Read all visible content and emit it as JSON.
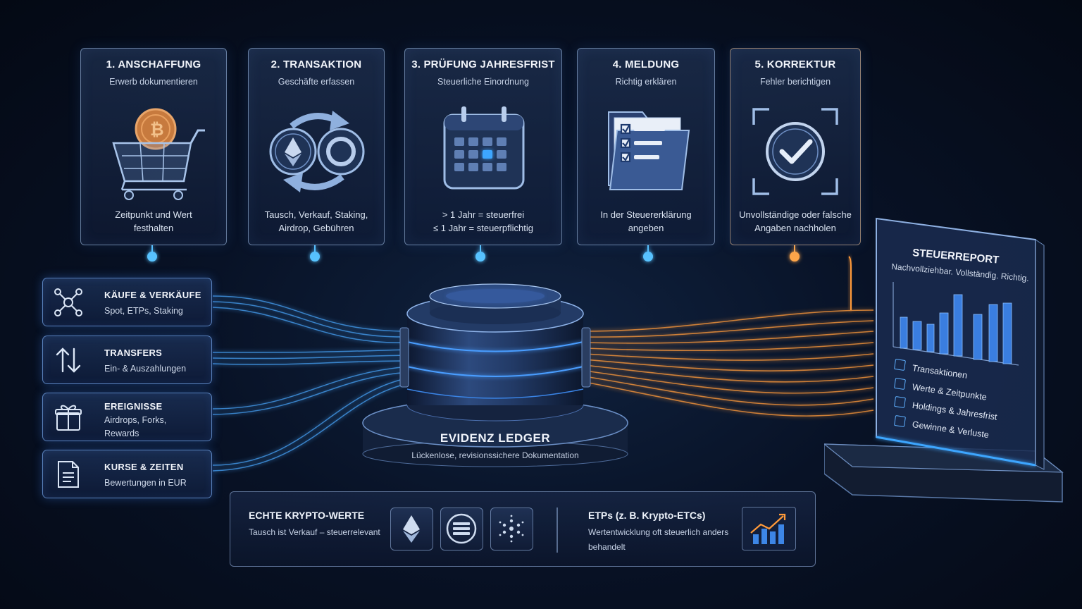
{
  "steps": [
    {
      "title": "1. ANSCHAFFUNG",
      "subtitle": "Erwerb dokumentieren",
      "icon": "shopping-cart-coin-icon",
      "desc": "Zeitpunkt und Wert\nfesthalten"
    },
    {
      "title": "2. TRANSAKTION",
      "subtitle": "Geschäfte erfassen",
      "icon": "exchange-arrows-icon",
      "desc": "Tausch, Verkauf, Staking,\nAirdrop, Gebühren"
    },
    {
      "title": "3. PRÜFUNG JAHRESFRIST",
      "subtitle": "Steuerliche Einordnung",
      "icon": "calendar-icon",
      "desc": "> 1 Jahr = steuerfrei\n≤ 1 Jahr = steuerpflichtig"
    },
    {
      "title": "4. MELDUNG",
      "subtitle": "Richtig erklären",
      "icon": "checklist-folder-icon",
      "desc": "In der Steuererklärung\nangeben"
    },
    {
      "title": "5. KORREKTUR",
      "subtitle": "Fehler berichtigen",
      "icon": "check-circle-icon",
      "desc": "Unvollständige oder falsche\nAngaben nachholen"
    }
  ],
  "sources": [
    {
      "title": "KÄUFE & VERKÄUFE",
      "subtitle": "Spot, ETPs, Staking",
      "icon": "network-nodes-icon"
    },
    {
      "title": "TRANSFERS",
      "subtitle": "Ein- & Auszahlungen",
      "icon": "up-down-arrows-icon"
    },
    {
      "title": "EREIGNISSE",
      "subtitle": "Airdrops, Forks,\nRewards",
      "icon": "gift-icon"
    },
    {
      "title": "KURSE & ZEITEN",
      "subtitle": "Bewertungen in EUR",
      "icon": "document-icon"
    }
  ],
  "ledger": {
    "title": "EVIDENZ LEDGER",
    "subtitle": "Lückenlose, revisionssichere Dokumentation"
  },
  "bottom": {
    "left_title": "ECHTE KRYPTO-WERTE",
    "left_sub": "Tausch ist Verkauf – steuerrelevant",
    "coins": [
      "ethereum-icon",
      "solana-icon",
      "cardano-icon"
    ],
    "right_title": "ETPs (z. B. Krypto-ETCs)",
    "right_sub": "Wertentwicklung oft steuerlich anders\nbehandelt",
    "right_icon": "bar-chart-trend-icon"
  },
  "report": {
    "title": "STEUERREPORT",
    "subtitle": "Nachvollziehbar. Vollständig. Richtig.",
    "items": [
      "Transaktionen",
      "Werte & Zeitpunkte",
      "Holdings & Jahresfrist",
      "Gewinne & Verluste"
    ]
  },
  "colors": {
    "blue": "#3da6ff",
    "amber": "#ff9a3a",
    "background": "#081226"
  }
}
